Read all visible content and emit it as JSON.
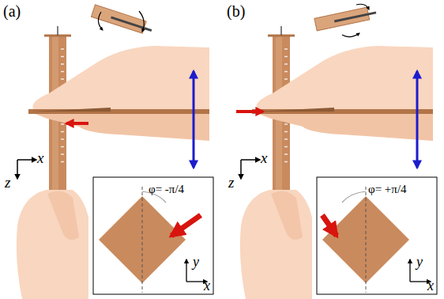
{
  "diagram": {
    "labels": [
      "(a)",
      "z",
      "x",
      "φ= -π/4",
      "y",
      "x",
      "(b)",
      "z",
      "x",
      "φ= +π/4",
      "y",
      "x"
    ]
  }
}
